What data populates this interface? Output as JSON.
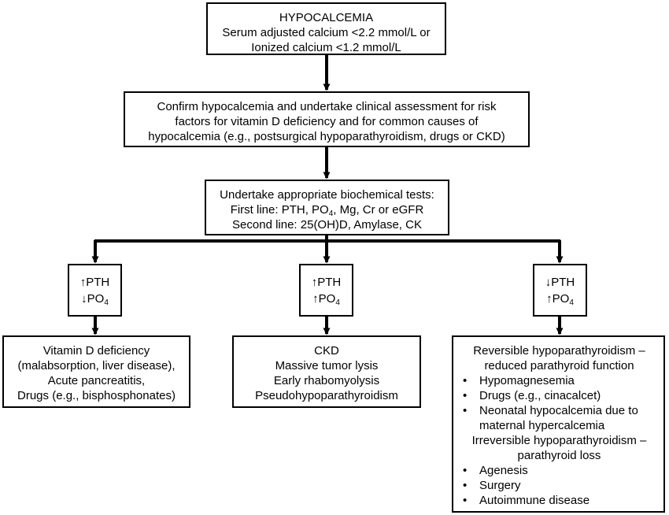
{
  "colors": {
    "line": "#000000",
    "box_border": "#000000",
    "background": "#ffffff"
  },
  "box1": {
    "title": "HYPOCALCEMIA",
    "line2": "Serum adjusted calcium <2.2 mmol/L or",
    "line3": "Ionized calcium <1.2 mmol/L"
  },
  "box2": {
    "line1": "Confirm hypocalcemia and undertake clinical assessment for risk",
    "line2": "factors for vitamin D deficiency and for common causes of",
    "line3": "hypocalcemia (e.g., postsurgical hypoparathyroidism, drugs or CKD)"
  },
  "box3": {
    "line1": "Undertake appropriate biochemical tests:",
    "line2_prefix": "First line: PTH, PO",
    "line2_sub": "4",
    "line2_suffix": ", Mg, Cr or eGFR",
    "line3": "Second line: 25(OH)D, Amylase, CK"
  },
  "left_lab": {
    "pth": "↑PTH",
    "po4": "↓PO",
    "po4_sub": "4"
  },
  "mid_lab": {
    "pth": "↑PTH",
    "po4": "↑PO",
    "po4_sub": "4"
  },
  "right_lab": {
    "pth": "↓PTH",
    "po4": "↑PO",
    "po4_sub": "4"
  },
  "left_result": [
    "Vitamin D deficiency",
    "(malabsorption, liver disease),",
    "Acute pancreatitis,",
    "Drugs (e.g., bisphosphonates)"
  ],
  "mid_result": [
    "CKD",
    "Massive tumor lysis",
    "Early rhabomyolysis",
    "Pseudohypoparathyroidism"
  ],
  "right_result": {
    "heading1_line1": "Reversible hypoparathyroidism –",
    "heading1_line2": "reduced parathyroid function",
    "item1": "Hypomagnesemia",
    "item2": "Drugs (e.g., cinacalcet)",
    "item3_line1": "Neonatal hypocalcemia due to",
    "item3_line2": "maternal hypercalcemia",
    "heading2_line1": "Irreversible hypoparathyroidism –",
    "heading2_line2": "parathyroid loss",
    "item4": "Agenesis",
    "item5": "Surgery",
    "item6": "Autoimmune disease"
  }
}
